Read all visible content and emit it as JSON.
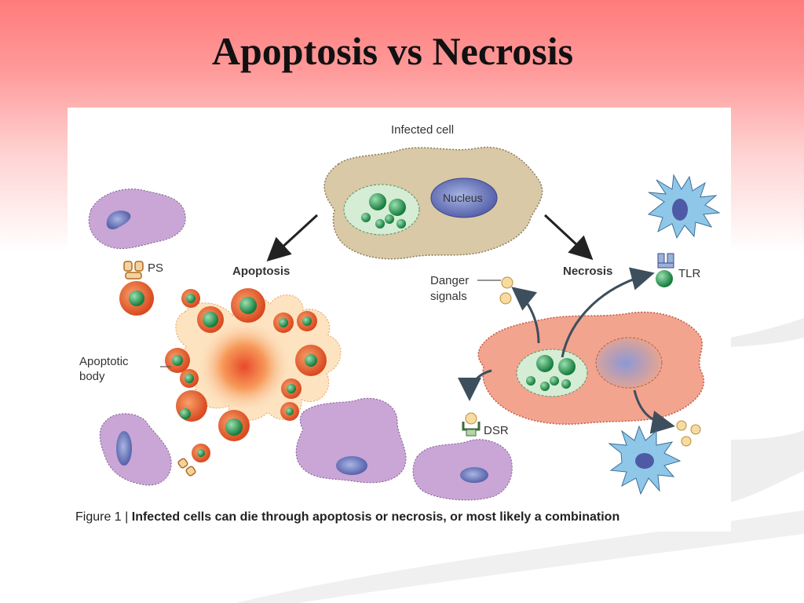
{
  "slide": {
    "title": "Apoptosis vs Necrosis"
  },
  "figure": {
    "labels": {
      "infected_cell": "Infected cell",
      "nucleus": "Nucleus",
      "apoptosis": "Apoptosis",
      "necrosis": "Necrosis",
      "ps": "PS",
      "apoptotic_body_line1": "Apoptotic",
      "apoptotic_body_line2": "body",
      "danger_line1": "Danger",
      "danger_line2": "signals",
      "tlr": "TLR",
      "dsr": "DSR"
    },
    "caption": {
      "prefix": "Figure 1 | ",
      "text": "Infected cells can die through apoptosis or necrosis, or most likely a combination"
    }
  },
  "colors": {
    "header_red": "#ff7b7b",
    "infected_cell": "#d9c9a6",
    "nucleus": "#8f9fd1",
    "pathogen_green": "#1f9a4f",
    "apoptotic_body_orange": "#e8632f",
    "macrophage_purple": "#c9a6d6",
    "necrotic_cell": "#f2a48f",
    "dendritic_cell_blue": "#8fc7e8",
    "danger_signal_yellow": "#f7dca0"
  }
}
